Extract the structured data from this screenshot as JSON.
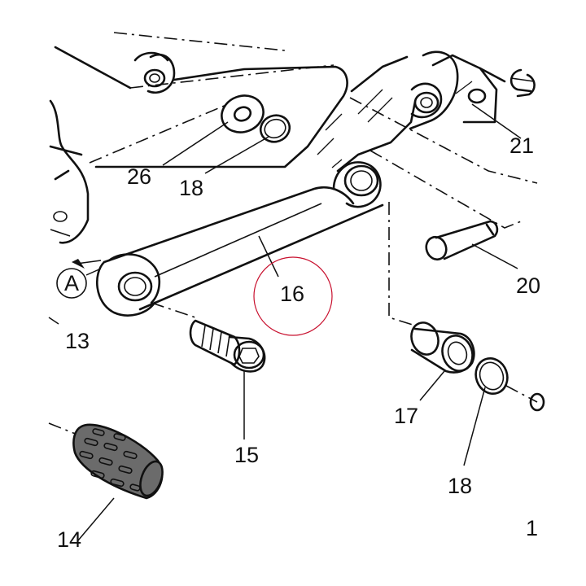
{
  "diagram": {
    "callouts": [
      {
        "id": "13",
        "text": "13"
      },
      {
        "id": "14",
        "text": "14"
      },
      {
        "id": "15",
        "text": "15"
      },
      {
        "id": "16",
        "text": "16"
      },
      {
        "id": "17",
        "text": "17"
      },
      {
        "id": "18a",
        "text": "18"
      },
      {
        "id": "18b",
        "text": "18"
      },
      {
        "id": "20",
        "text": "20"
      },
      {
        "id": "21",
        "text": "21"
      },
      {
        "id": "26",
        "text": "26"
      },
      {
        "id": "edge",
        "text": "1"
      }
    ],
    "reference_marker": {
      "text": "A"
    },
    "highlight_color": "#c8102e",
    "line_color": "#111111",
    "grip_fill": "#6b6b6b"
  }
}
